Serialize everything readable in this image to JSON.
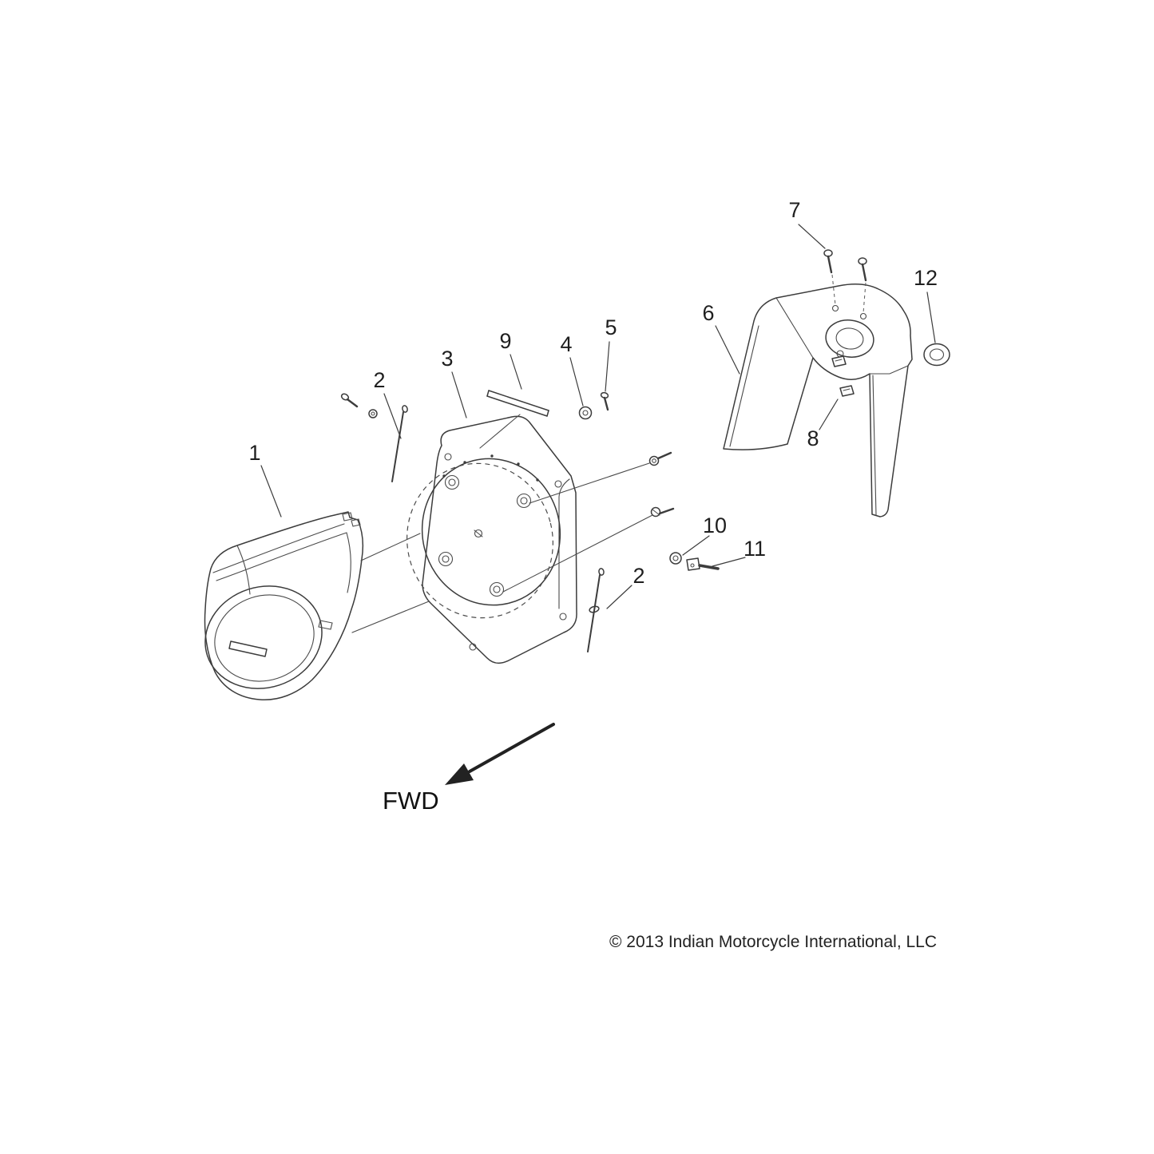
{
  "labels": {
    "fwd": "FWD",
    "copyright": "© 2013 Indian Motorcycle International, LLC"
  },
  "callouts": {
    "c1": {
      "label": "1"
    },
    "c2a": {
      "label": "2"
    },
    "c2b": {
      "label": "2"
    },
    "c3": {
      "label": "3"
    },
    "c4": {
      "label": "4"
    },
    "c5": {
      "label": "5"
    },
    "c6": {
      "label": "6"
    },
    "c7": {
      "label": "7"
    },
    "c8": {
      "label": "8"
    },
    "c9": {
      "label": "9"
    },
    "c10": {
      "label": "10"
    },
    "c11": {
      "label": "11"
    },
    "c12": {
      "label": "12"
    }
  },
  "colors": {
    "line": "#3c3c3c",
    "text": "#1f1f1f",
    "background": "#ffffff"
  }
}
